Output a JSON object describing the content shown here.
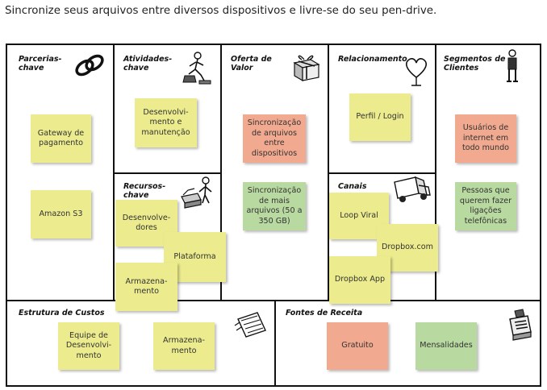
{
  "caption": "Sincronize seus arquivos entre diversos dispositivos e livre-se do seu pen-drive.",
  "colors": {
    "yellow": "#ecec8e",
    "salmon": "#f1a98f",
    "green": "#b8d9a0",
    "border": "#111111"
  },
  "sections": {
    "partners": {
      "title": "Parcerias-\nchave",
      "icon": "chain-link-icon"
    },
    "activities": {
      "title": "Atividades-\nchave",
      "icon": "worker-kneeling-icon"
    },
    "value": {
      "title": "Oferta de\nValor",
      "icon": "gift-box-icon"
    },
    "relationship": {
      "title": "Relacionamento",
      "icon": "heart-icon"
    },
    "segments": {
      "title": "Segmentos de\nClientes",
      "icon": "person-standing-icon"
    },
    "resources": {
      "title": "Recursos-\nchave",
      "icon": "worker-with-machine-icon"
    },
    "channels": {
      "title": "Canais",
      "icon": "delivery-truck-icon"
    },
    "costs": {
      "title": "Estrutura de Custos",
      "icon": "price-tag-icon"
    },
    "revenue": {
      "title": "Fontes de Receita",
      "icon": "cash-register-icon"
    }
  },
  "notes": {
    "gateway": "Gateway de\npagamento",
    "amazon": "Amazon S3",
    "dev_maint": "Desenvolvi-\nmento e\nmanutenção",
    "devs": "Desenvolve-\ndores",
    "platform": "Plataforma",
    "storage_res": "Armazena-\nmento",
    "sync": "Sincronização\nde arquivos\nentre\ndispositivos",
    "sync_more": "Sincronização\nde mais\narquivos (50 a\n350 GB)",
    "profile": "Perfil / Login",
    "loop": "Loop Viral",
    "dropbox_com": "Dropbox.com",
    "dropbox_app": "Dropbox App",
    "users": "Usuários de\ninternet em\ntodo mundo",
    "callers": "Pessoas que\nquerem fazer\nligações\ntelefônicas",
    "dev_team": "Equipe de\nDesenvolvi-\nmento",
    "storage_cost": "Armazena-\nmento",
    "free": "Gratuito",
    "monthly": "Mensalidades"
  }
}
